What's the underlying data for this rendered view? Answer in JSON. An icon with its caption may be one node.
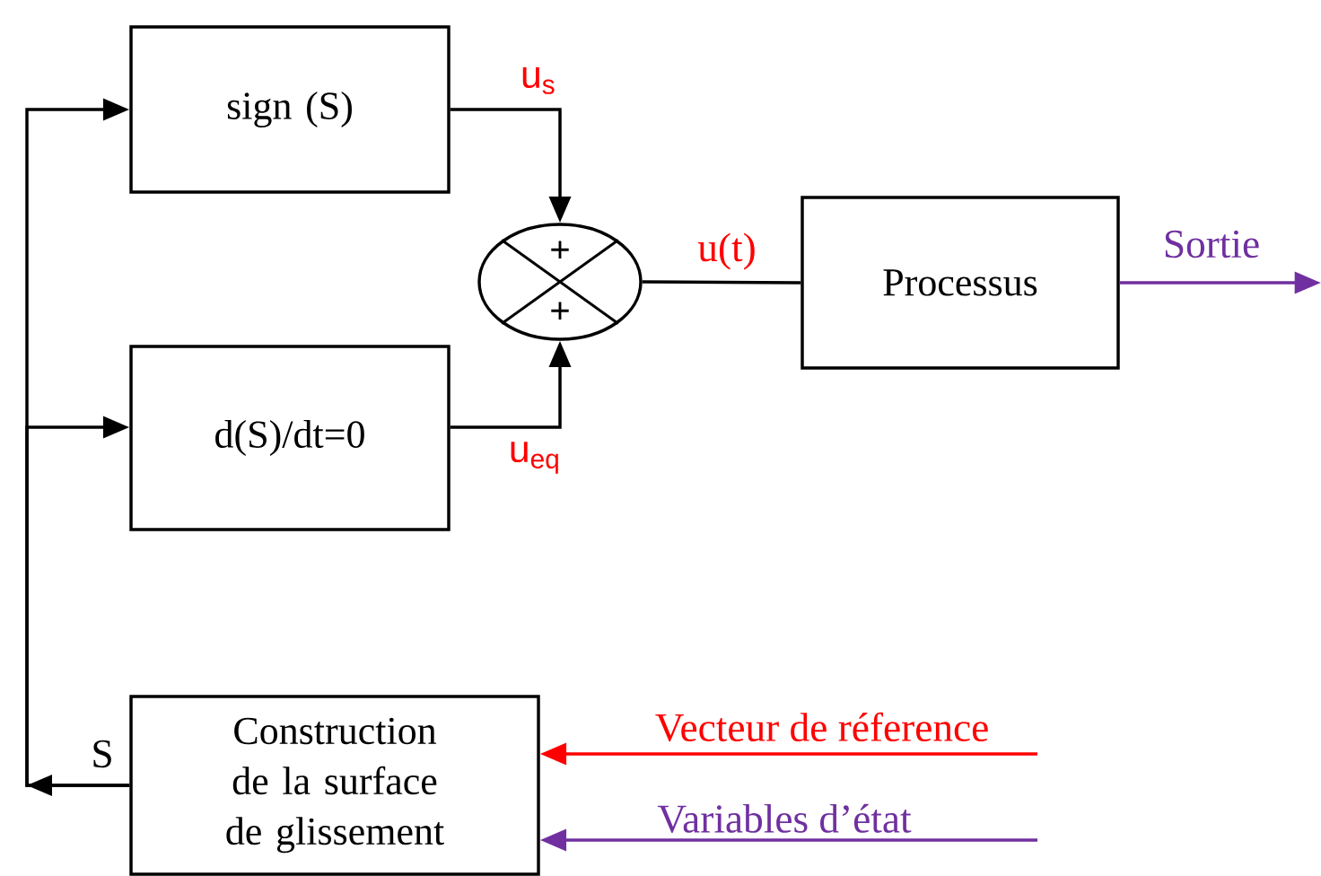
{
  "diagram": {
    "nodes": [
      {
        "text": [
          "sign (S)"
        ]
      },
      {
        "text": [
          "d(S)/dt=0"
        ]
      },
      {
        "text": [
          "+",
          "+"
        ]
      },
      {
        "text": [
          "Processus"
        ]
      },
      {
        "text": [
          "Construction de la surface de glissement"
        ]
      }
    ],
    "edges": [
      {
        "from": 4,
        "to": 0,
        "arrow": "to",
        "label": "S"
      },
      {
        "from": 4,
        "to": 1,
        "arrow": "to"
      },
      {
        "from": 0,
        "to": 2,
        "arrow": "to",
        "label": "u$_{s}$"
      },
      {
        "from": 1,
        "to": 2,
        "arrow": "to",
        "label": "u$_{eq}$"
      },
      {
        "from": 2,
        "to": 3,
        "arrow": "none",
        "label": "u(t)"
      },
      {
        "from": 3,
        "to": null,
        "arrow": "to",
        "label": "Sortie",
        "color": "#7030a0"
      },
      {
        "from": null,
        "to": 4,
        "arrow": "to",
        "label": "Vecteur de réference",
        "color": "#ff0000"
      },
      {
        "from": null,
        "to": 4,
        "arrow": "to",
        "label": "Variables d’état",
        "color": "#7030a0"
      }
    ]
  }
}
